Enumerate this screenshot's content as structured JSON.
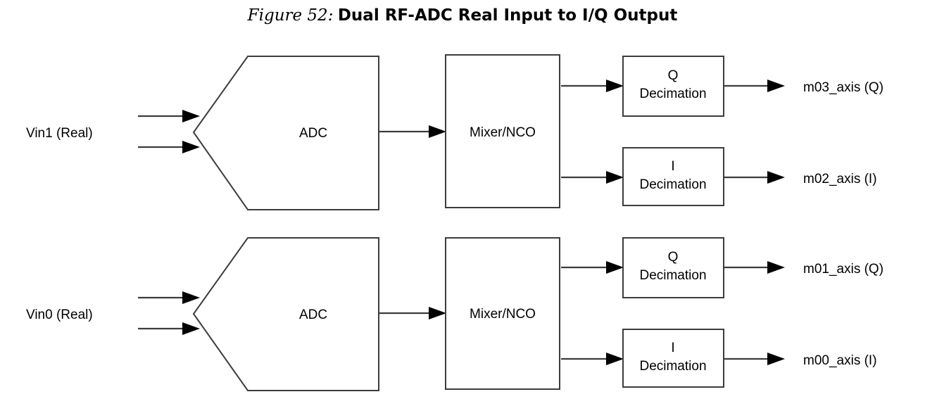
{
  "figure": {
    "number_label": "Figure 52:",
    "title": "Dual RF-ADC Real Input to I/Q Output",
    "line_color": "#3c3c3c",
    "text_color": "#000000",
    "background": "#ffffff"
  },
  "chains": [
    {
      "id": "upper",
      "input_label": "Vin1 (Real)",
      "adc_label": "ADC",
      "mixer_label": "Mixer/NCO",
      "q_decimation_line1": "Q",
      "q_decimation_line2": "Decimation",
      "i_decimation_line1": "I",
      "i_decimation_line2": "Decimation",
      "q_output_label": "m03_axis (Q)",
      "i_output_label": "m02_axis (I)"
    },
    {
      "id": "lower",
      "input_label": "Vin0 (Real)",
      "adc_label": "ADC",
      "mixer_label": "Mixer/NCO",
      "q_decimation_line1": "Q",
      "q_decimation_line2": "Decimation",
      "i_decimation_line1": "I",
      "i_decimation_line2": "Decimation",
      "q_output_label": "m01_axis (Q)",
      "i_output_label": "m00_axis (I)"
    }
  ]
}
